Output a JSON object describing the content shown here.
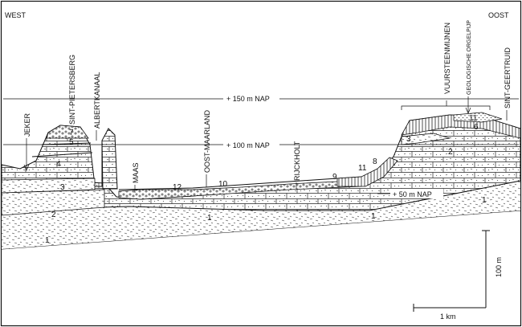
{
  "directions": {
    "west": "WEST",
    "east": "OOST"
  },
  "places": {
    "jeker": "JEKER",
    "sint_pietersberg": "SINT-PIETERSBERG",
    "albertkanaal": "ALBERTKANAAL",
    "maas": "MAAS",
    "oost_maarland": "OOST-MAARLAND",
    "rijckholt": "RIJCKHOLT",
    "vuursteenmijnen": "VUURSTEENMIJNEN",
    "geologische_orgelpijp": "GEOLOGISCHE ORGELPIJP",
    "sint_geertruid": "SINT-GEERTRUID"
  },
  "levels": {
    "l150": "+ 150 m NAP",
    "l100": "+ 100 m NAP",
    "l50": "+ 50 m NAP"
  },
  "scale": {
    "vertical": "100 m",
    "horizontal": "1 km"
  },
  "units": {
    "u1a": "1",
    "u1b": "1",
    "u1c": "1",
    "u1d": "1",
    "u2a": "2",
    "u2b": "2",
    "u3a": "3",
    "u3b": "3",
    "u4": "4",
    "u5": "5",
    "u6": "6",
    "u7": "7",
    "u8": "8",
    "u9": "9",
    "u10": "10",
    "u11a": "11",
    "u11b": "11",
    "u12": "12"
  },
  "colors": {
    "ink": "#111111",
    "paper": "#ffffff"
  }
}
